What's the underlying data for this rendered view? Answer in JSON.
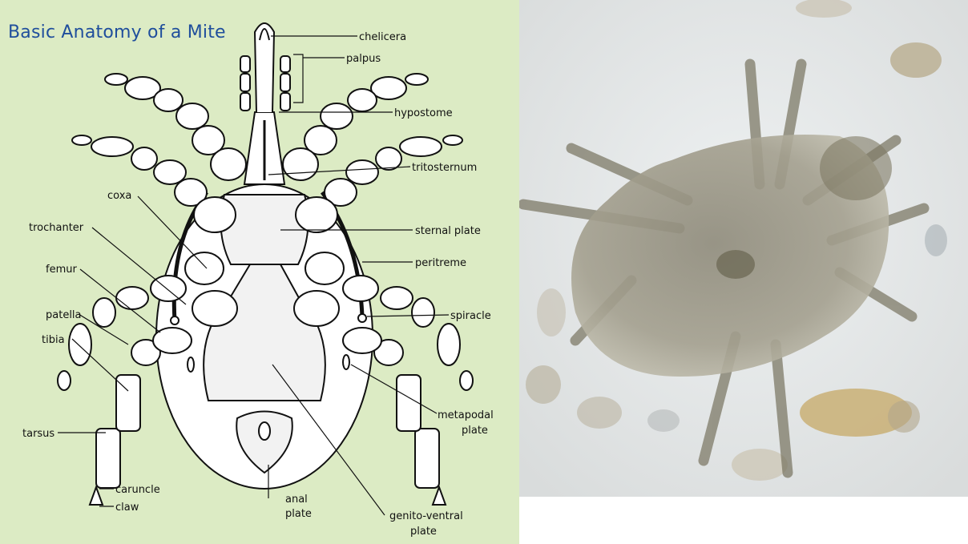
{
  "title": "Basic Anatomy of a Mite",
  "labels": {
    "chelicera": "chelicera",
    "palpus": "palpus",
    "hypostome": "hypostome",
    "tritosternum": "tritosternum",
    "coxa": "coxa",
    "trochanter": "trochanter",
    "sternal_plate": "sternal plate",
    "peritreme": "peritreme",
    "femur": "femur",
    "spiracle": "spiracle",
    "patella": "patella",
    "tibia": "tibia",
    "metapodal_1": "metapodal",
    "metapodal_2": "plate",
    "tarsus": "tarsus",
    "caruncle": "caruncle",
    "claw": "claw",
    "anal_1": "anal",
    "anal_2": "plate",
    "genito_1": "genito-ventral",
    "genito_2": "plate"
  },
  "colors": {
    "diagram_background": "#dcebc4",
    "title": "#1f4e9c",
    "photo_background": "#e9ecee",
    "mite_body": "#8a8574"
  }
}
